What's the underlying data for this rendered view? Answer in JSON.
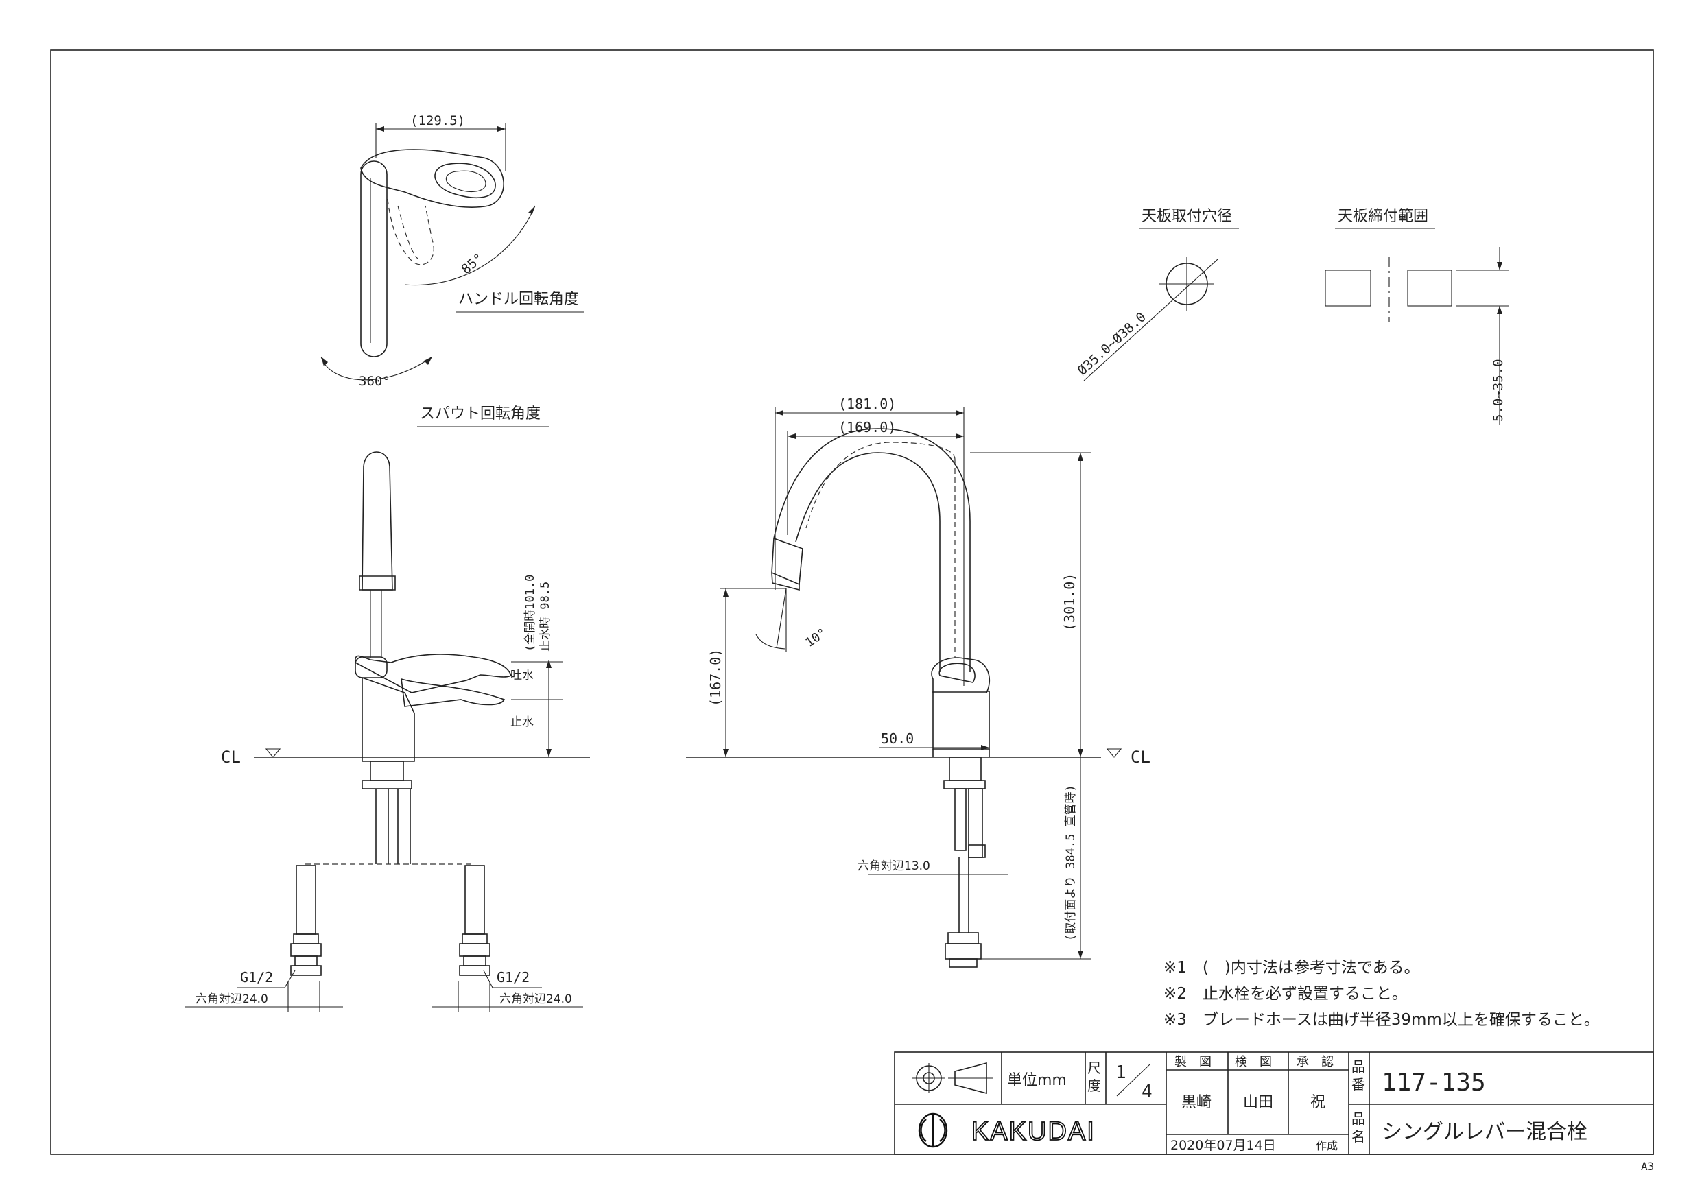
{
  "views": {
    "handle_rotation": {
      "dim_width": "(129.5)",
      "angle_handle": "85°",
      "label": "ハンドル回転角度"
    },
    "spout_rotation": {
      "angle_spout": "360°",
      "label": "スパウト回転角度"
    },
    "front": {
      "dim_full_open": "(全開時101.0",
      "dim_closed": "止水時 98.5",
      "water_out": "吐水",
      "water_stop": "止水",
      "cl_mark": "CL",
      "thread_left": "G1/2",
      "thread_right": "G1/2",
      "hex_left": "六角対辺24.0",
      "hex_right": "六角対辺24.0"
    },
    "side": {
      "dim_181": "(181.0)",
      "dim_169": "(169.0)",
      "dim_301": "(301.0)",
      "dim_167": "(167.0)",
      "angle_10": "10°",
      "dim_50": "50.0",
      "cl_mark": "CL",
      "hex_13": "六角対辺13.0",
      "dim_384": "(取付面より 384.5 直管時)"
    },
    "hole": {
      "label": "天板取付穴径",
      "dim": "Ø35.0~Ø38.0"
    },
    "clamp": {
      "label": "天板締付範囲",
      "dim": "5.0~35.0"
    }
  },
  "notes": [
    "※1　(　)内寸法は参考寸法である。",
    "※2　止水栓を必ず設置すること。",
    "※3　ブレードホースは曲げ半径39mm以上を確保すること。"
  ],
  "title_block": {
    "unit_label": "単位mm",
    "scale_label_1": "尺",
    "scale_label_2": "度",
    "scale_num": "1",
    "scale_den": "4",
    "drawn_label": "製　図",
    "checked_label": "検　図",
    "approved_label": "承　認",
    "drawn_by": "黒崎",
    "checked_by": "山田",
    "approved_by": "祝",
    "date": "2020年07月14日",
    "created_label": "作成",
    "partno_label_1": "品",
    "partno_label_2": "番",
    "part_no": "117-135",
    "name_label_1": "品",
    "name_label_2": "名",
    "product_name": "シングルレバー混合栓",
    "brand": "KAKUDAI"
  },
  "sheet_size": "A3"
}
